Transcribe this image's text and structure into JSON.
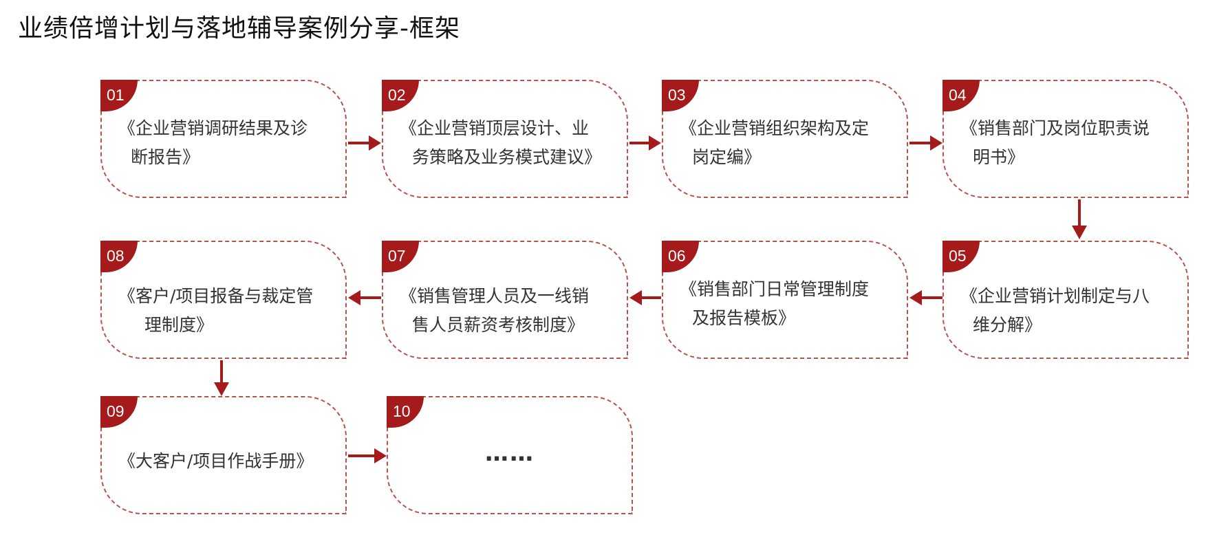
{
  "title": "业绩倍增计划与落地辅导案例分享-框架",
  "accent_color": "#a51a1a",
  "border_color": "#b9504a",
  "steps": [
    {
      "number": "01",
      "line1": "《企业营销调研结果及诊",
      "line2": "断报告》"
    },
    {
      "number": "02",
      "line1": "《企业营销顶层设计、业",
      "line2": "务策略及业务模式建议》"
    },
    {
      "number": "03",
      "line1": "《企业营销组织架构及定",
      "line2": "岗定编》"
    },
    {
      "number": "04",
      "line1": "《销售部门及岗位职责说",
      "line2": "明书》"
    },
    {
      "number": "05",
      "line1": "《企业营销计划制定与八",
      "line2": "维分解》"
    },
    {
      "number": "06",
      "line1": "《销售部门日常管理制度",
      "line2": "及报告模板》"
    },
    {
      "number": "07",
      "line1": "《销售管理人员及一线销",
      "line2": "售人员薪资考核制度》"
    },
    {
      "number": "08",
      "line1": "《客户/项目报备与裁定管",
      "line2": "理制度》"
    },
    {
      "number": "09",
      "line1": "《大客户/项目作战手册》"
    },
    {
      "number": "10",
      "line1": "……"
    }
  ],
  "arrows": [
    {
      "from": "01",
      "to": "02",
      "direction": "right"
    },
    {
      "from": "02",
      "to": "03",
      "direction": "right"
    },
    {
      "from": "03",
      "to": "04",
      "direction": "right"
    },
    {
      "from": "04",
      "to": "05",
      "direction": "down"
    },
    {
      "from": "05",
      "to": "06",
      "direction": "left"
    },
    {
      "from": "06",
      "to": "07",
      "direction": "left"
    },
    {
      "from": "07",
      "to": "08",
      "direction": "left"
    },
    {
      "from": "08",
      "to": "09",
      "direction": "down"
    },
    {
      "from": "09",
      "to": "10",
      "direction": "right"
    }
  ]
}
